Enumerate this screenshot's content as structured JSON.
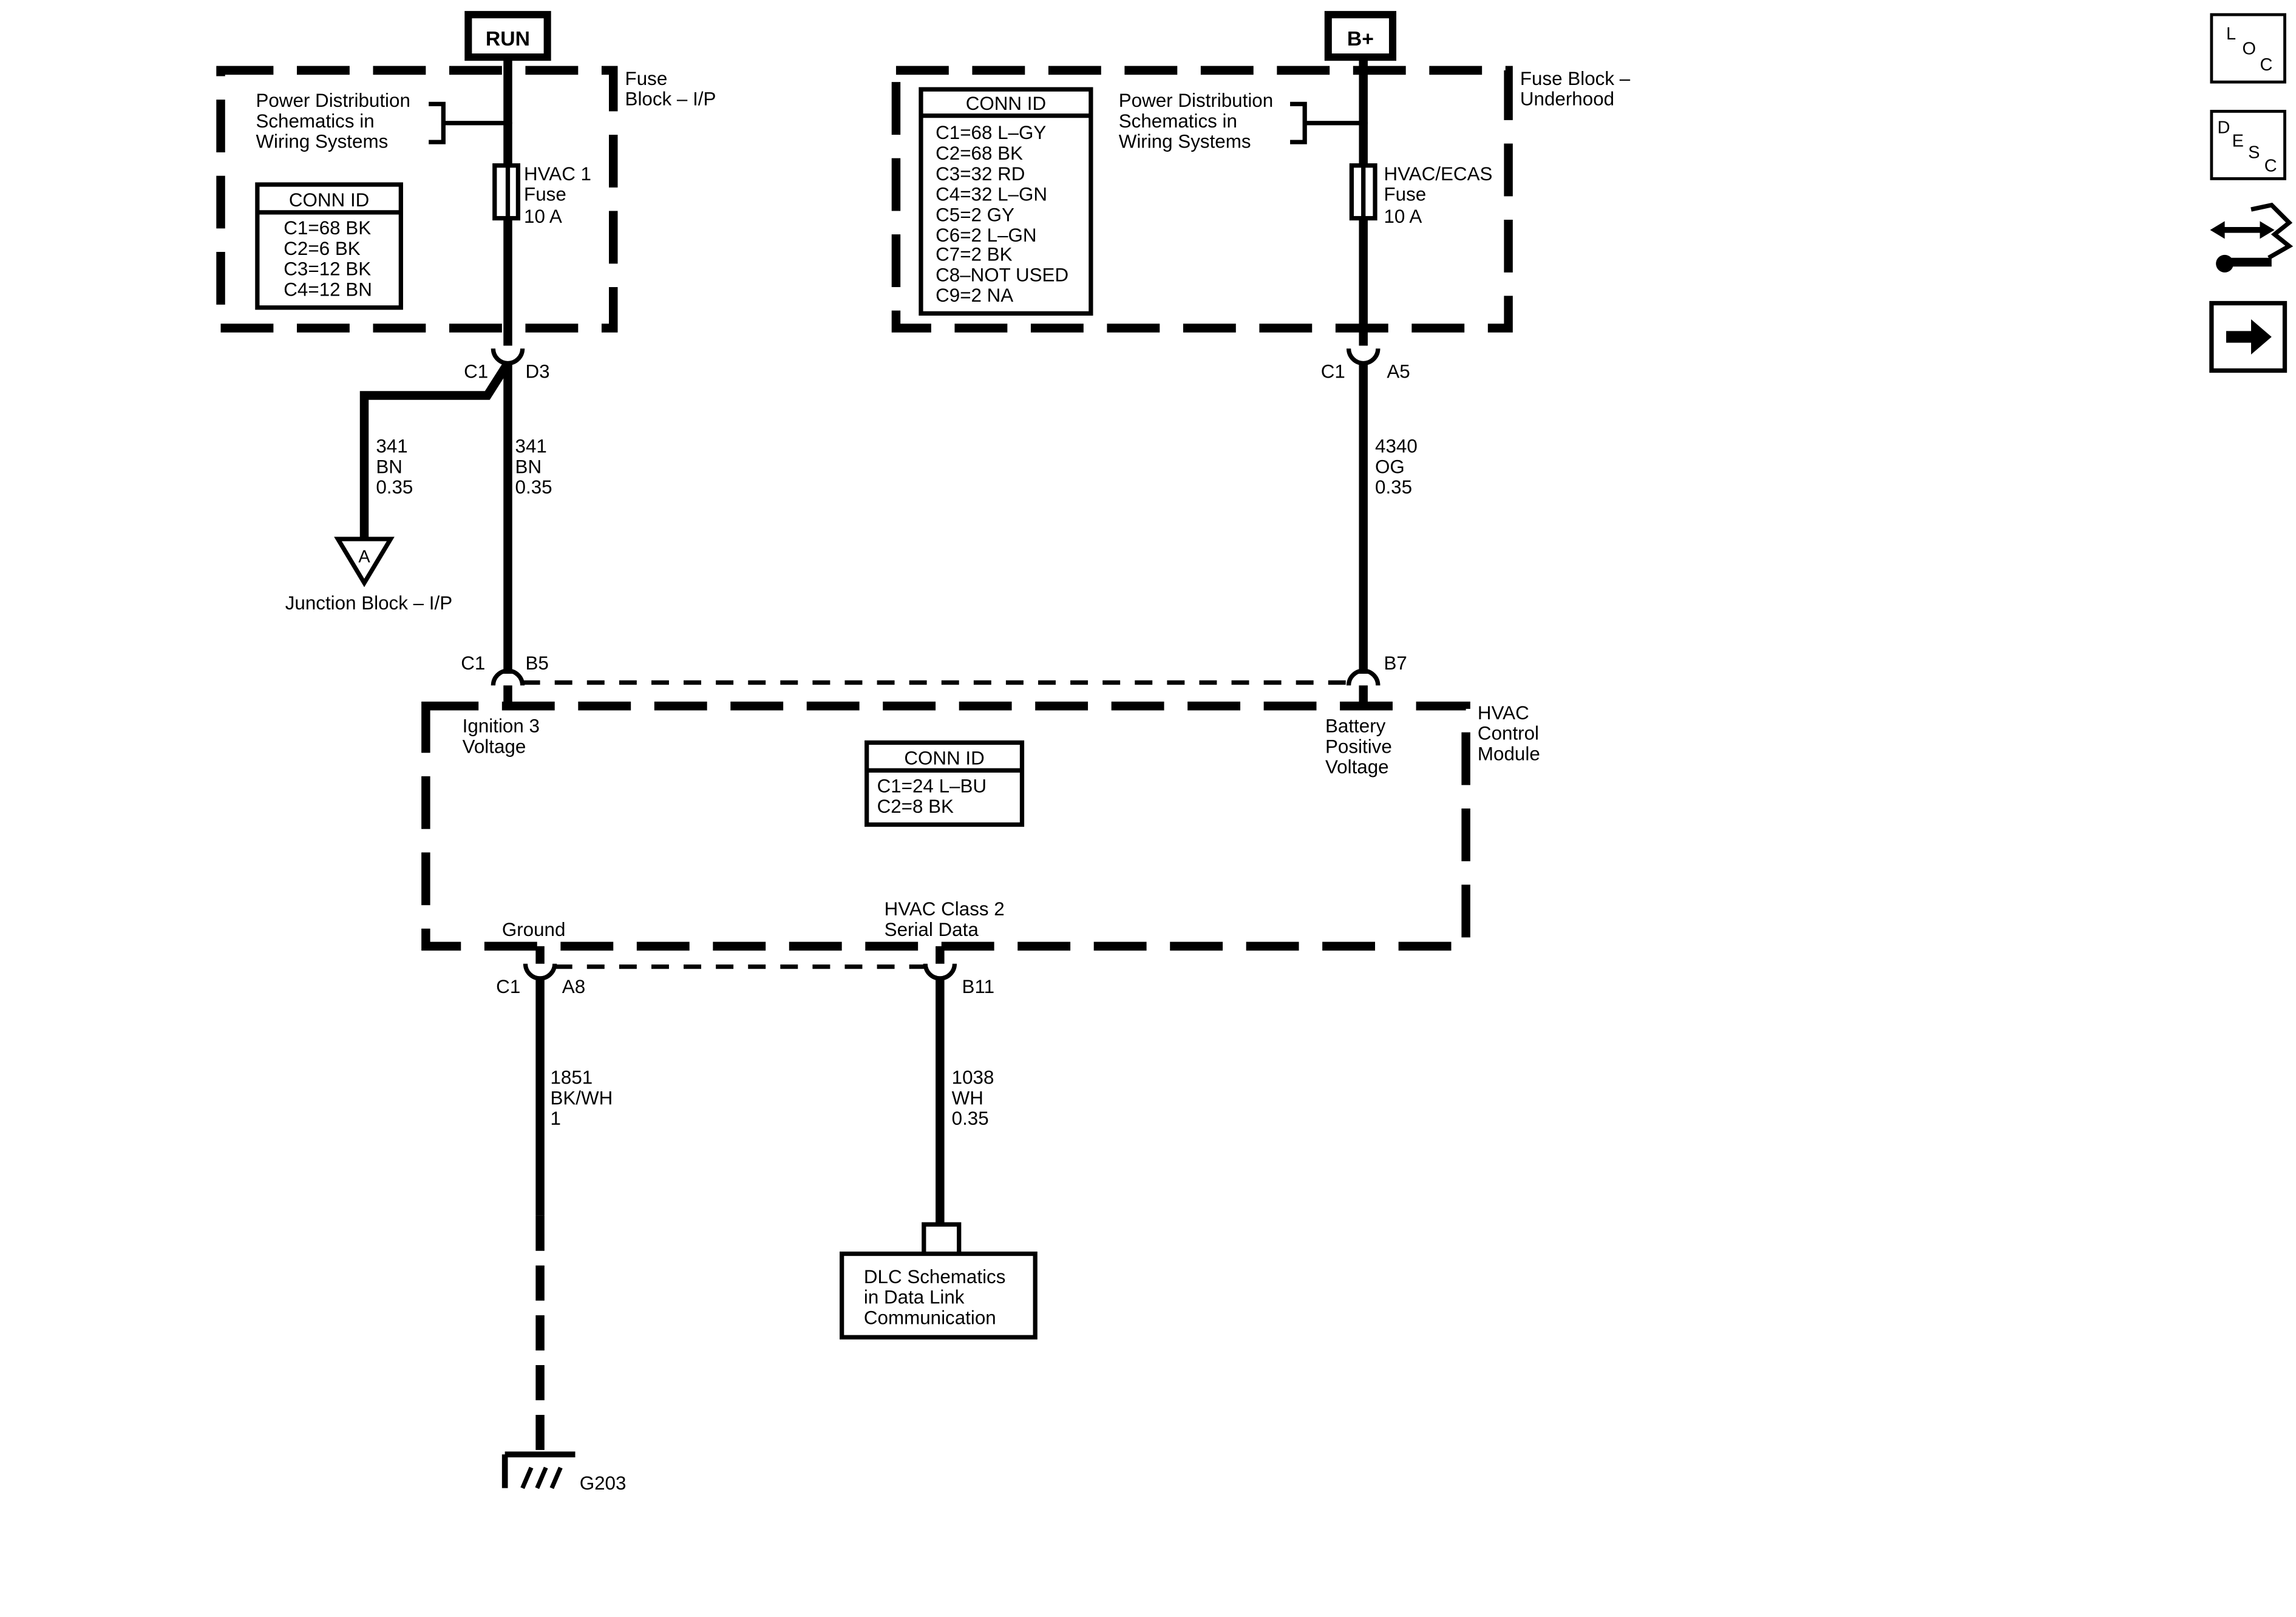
{
  "power_sources": {
    "run": "RUN",
    "bplus": "B+"
  },
  "fuse_block_ip": {
    "title_line1": "Fuse",
    "title_line2": "Block – I/P",
    "power_dist": [
      "Power Distribution",
      "Schematics in",
      "Wiring Systems"
    ],
    "fuse": [
      "HVAC 1",
      "Fuse",
      "10 A"
    ],
    "conn_id": {
      "header": "CONN ID",
      "rows": [
        "C1=68 BK",
        "C2=6 BK",
        "C3=12 BK",
        "C4=12 BN"
      ]
    }
  },
  "fuse_block_underhood": {
    "title_line1": "Fuse Block –",
    "title_line2": "Underhood",
    "power_dist": [
      "Power Distribution",
      "Schematics in",
      "Wiring Systems"
    ],
    "fuse": [
      "HVAC/ECAS",
      "Fuse",
      "10 A"
    ],
    "conn_id": {
      "header": "CONN ID",
      "rows": [
        "C1=68 L–GY",
        "C2=68 BK",
        "C3=32 RD",
        "C4=32 L–GN",
        "C5=2 GY",
        "C6=2 L–GN",
        "C7=2 BK",
        "C8–NOT USED",
        "C9=2 NA"
      ]
    }
  },
  "connectors": {
    "ip_out": {
      "conn": "C1",
      "pin": "D3"
    },
    "uh_out": {
      "conn": "C1",
      "pin": "A5"
    },
    "hvac_b5": {
      "conn": "C1",
      "pin": "B5"
    },
    "hvac_b7": {
      "pin": "B7"
    },
    "hvac_a8": {
      "conn": "C1",
      "pin": "A8"
    },
    "hvac_b11": {
      "pin": "B11"
    }
  },
  "wires": {
    "w341_branch": [
      "341",
      "BN",
      "0.35"
    ],
    "w341_main": [
      "341",
      "BN",
      "0.35"
    ],
    "w4340": [
      "4340",
      "OG",
      "0.35"
    ],
    "w1851": [
      "1851",
      "BK/WH",
      "1"
    ],
    "w1038": [
      "1038",
      "WH",
      "0.35"
    ]
  },
  "junction_block": {
    "symbol": "A",
    "label": "Junction Block – I/P"
  },
  "hvac_module": {
    "title": [
      "HVAC",
      "Control",
      "Module"
    ],
    "ign": [
      "Ignition 3",
      "Voltage"
    ],
    "batt": [
      "Battery",
      "Positive",
      "Voltage"
    ],
    "ground": "Ground",
    "serial": [
      "HVAC Class 2",
      "Serial Data"
    ],
    "conn_id": {
      "header": "CONN ID",
      "rows": [
        "C1=24 L–BU",
        "C2=8 BK"
      ]
    }
  },
  "dlc": [
    "DLC Schematics",
    "in Data Link",
    "Communication"
  ],
  "ground": {
    "label": "G203"
  },
  "nav_icons": {
    "loc": [
      "L",
      "O",
      "C"
    ],
    "desc": [
      "D",
      "E",
      "S",
      "C"
    ],
    "names": [
      "location-icon",
      "description-icon",
      "connector-tools-icon",
      "next-arrow-icon"
    ]
  }
}
